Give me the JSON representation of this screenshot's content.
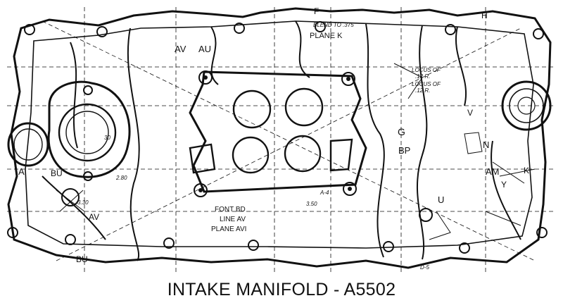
{
  "caption": "INTAKE MANIFOLD - A5502",
  "labels": {
    "plane_k": "PLANE K",
    "blend": "BLEND TO .375",
    "locus1": "LOCUS OF",
    "locus1b": ".12 R.",
    "locus2": "LOCUS OF",
    "locus2b": ".12 R.",
    "font_bd": "FONT BD",
    "line_av": "LINE AV",
    "plane_avi": "PLANE AVI",
    "au": "AU",
    "av_top": "AV",
    "bu_mid": "BU",
    "bu_bottom": "BU",
    "av_lower": "AV",
    "a_left": "A",
    "h_top": "H",
    "f_top": "F",
    "g": "G",
    "bp": "BP",
    "v": "V",
    "n": "N",
    "am": "AM",
    "y": "Y",
    "u": "U",
    "k_right": "K",
    "dim_30": "30",
    "dim_350": "3.50",
    "dim_330": "3.30",
    "dim_280": "2.80",
    "dim_d5": "D-5",
    "dim_a4": "A-4"
  }
}
